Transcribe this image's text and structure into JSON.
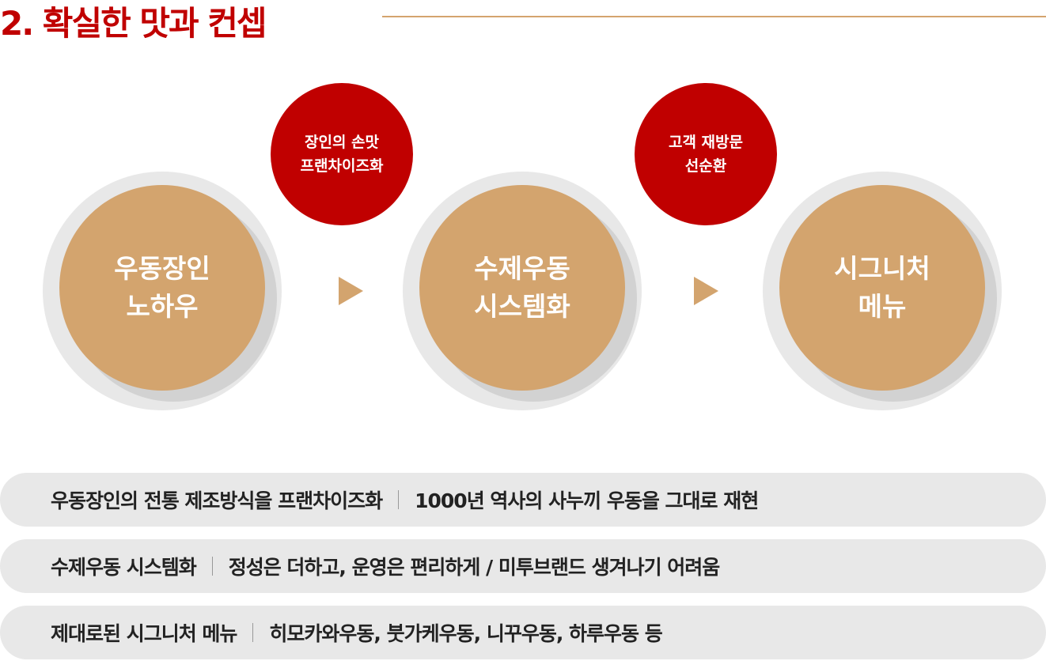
{
  "title": "2. 확실한 맛과 컨셉",
  "colors": {
    "accent_red": "#c00000",
    "tan": "#d3a46e",
    "gray": "#e8e8e8"
  },
  "steps": [
    {
      "line1": "우동장인",
      "line2": "노하우"
    },
    {
      "line1": "수제우동",
      "line2": "시스템화"
    },
    {
      "line1": "시그니처",
      "line2": "메뉴"
    }
  ],
  "connectors": [
    {
      "line1": "장인의 손맛",
      "line2": "프랜차이즈화",
      "icon": "arrow-right-icon"
    },
    {
      "line1": "고객 재방문",
      "line2": "선순환",
      "icon": "arrow-right-icon"
    }
  ],
  "rows": [
    {
      "label": "우동장인의 전통 제조방식을 프랜차이즈화",
      "detail": "1000년 역사의 사누끼 우동을 그대로 재현"
    },
    {
      "label": "수제우동 시스템화",
      "detail": "정성은 더하고, 운영은 편리하게 / 미투브랜드 생겨나기 어려움"
    },
    {
      "label": "제대로된 시그니처 메뉴",
      "detail": "히모카와우동, 붓가케우동, 니꾸우동, 하루우동 등"
    }
  ]
}
